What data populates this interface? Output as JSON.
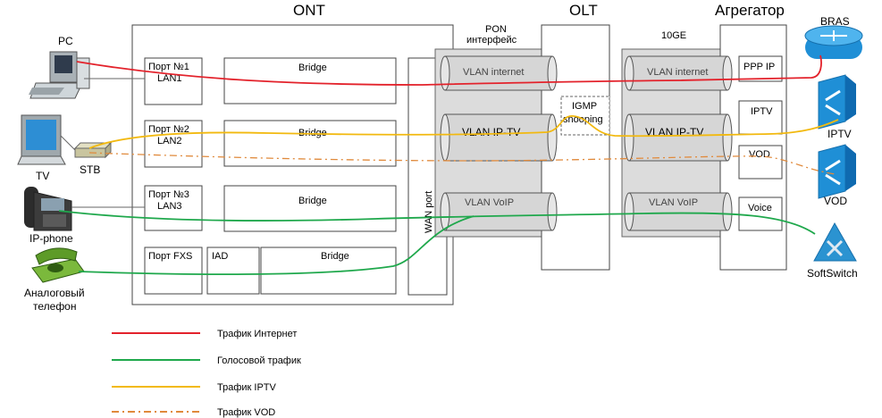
{
  "headers": {
    "ont": "ONT",
    "olt": "OLT",
    "aggregator": "Агрегатор"
  },
  "pon_interface": {
    "line1": "PON",
    "line2": "интерфейс"
  },
  "tenge": "10GE",
  "ports": [
    {
      "line1": "Порт №1",
      "line2": "LAN1"
    },
    {
      "line1": "Порт №2",
      "line2": "LAN2"
    },
    {
      "line1": "Порт №3",
      "line2": "LAN3"
    },
    {
      "line1": "Порт FXS",
      "line2": ""
    }
  ],
  "bridge_label": "Bridge",
  "iad_label": "IAD",
  "wan_port": "WAN port",
  "vlans": [
    "VLAN internet",
    "VLAN IP-TV",
    "VLAN VoIP"
  ],
  "igmp": {
    "line1": "IGMP",
    "line2": "snooping"
  },
  "agg_slots": [
    "PPP IP",
    "IPTV",
    "VOD",
    "Voice"
  ],
  "devices": {
    "pc": "PC",
    "tv": "TV",
    "stb": "STB",
    "ip_phone": "IP-phone",
    "analog_phone_line1": "Аналоговый",
    "analog_phone_line2": "телефон",
    "bras": "BRAS",
    "iptv": "IPTV",
    "vod": "VOD",
    "softswitch": "SoftSwitch"
  },
  "legend": [
    {
      "label": "Трафик Интернет",
      "color": "#e3222b",
      "style": "solid"
    },
    {
      "label": "Голосовой трафик",
      "color": "#1fa84c",
      "style": "solid"
    },
    {
      "label": "Трафик IPTV",
      "color": "#f2b90f",
      "style": "solid"
    },
    {
      "label": "Трафик VOD",
      "color": "#e08a3c",
      "style": "dashed"
    }
  ],
  "colors": {
    "internet": "#e3222b",
    "voice": "#1fa84c",
    "iptv": "#f2b90f",
    "vod": "#e08a3c",
    "server_blue": "#1f8fd6"
  }
}
